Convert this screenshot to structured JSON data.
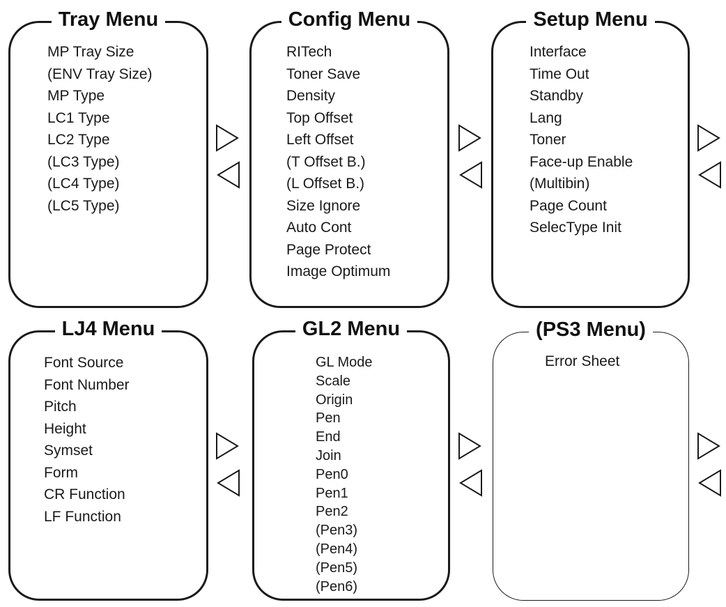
{
  "menus": [
    {
      "title": "Tray Menu",
      "items": [
        "MP Tray Size",
        "(ENV Tray Size)",
        "MP Type",
        "LC1 Type",
        "LC2 Type",
        "(LC3 Type)",
        "(LC4 Type)",
        "(LC5 Type)"
      ]
    },
    {
      "title": "Config Menu",
      "items": [
        "RITech",
        "Toner Save",
        "Density",
        "Top Offset",
        "Left Offset",
        "(T Offset B.)",
        "(L Offset B.)",
        "Size Ignore",
        "Auto Cont",
        "Page Protect",
        "Image Optimum"
      ]
    },
    {
      "title": "Setup Menu",
      "items": [
        "Interface",
        "Time Out",
        "Standby",
        "Lang",
        "Toner",
        "Face-up Enable",
        "(Multibin)",
        "Page Count",
        "SelecType Init"
      ]
    },
    {
      "title": "LJ4 Menu",
      "items": [
        "Font Source",
        "Font Number",
        "Pitch",
        "Height",
        "Symset",
        "Form",
        "CR Function",
        "LF Function"
      ]
    },
    {
      "title": "GL2 Menu",
      "items": [
        "GL Mode",
        "Scale",
        "Origin",
        "Pen",
        "End",
        "Join",
        "Pen0",
        "Pen1",
        "Pen2",
        "(Pen3)",
        "(Pen4)",
        "(Pen5)",
        "(Pen6)"
      ]
    },
    {
      "title": "(PS3 Menu)",
      "items": [
        "Error Sheet"
      ]
    }
  ],
  "colors": {
    "stroke": "#1a1a1a",
    "background": "#ffffff"
  },
  "icons": {
    "next": "triangle-right-icon",
    "previous": "triangle-left-icon"
  }
}
